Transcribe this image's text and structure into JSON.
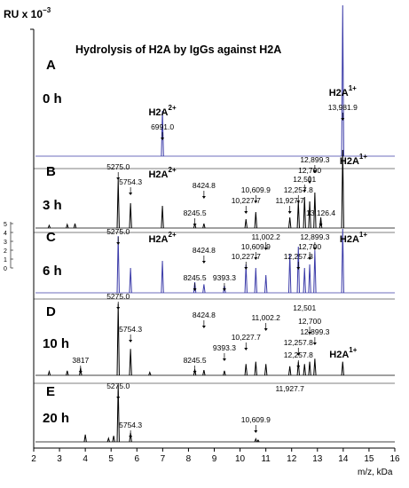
{
  "chart_data": {
    "type": "line",
    "title": "Hydrolysis of H2A  by IgGs against H2A",
    "ylabel_html": {
      "base": "RU x 10",
      "exp": "−3"
    },
    "xlabel": "m/z, kDa",
    "xlim": [
      2,
      16
    ],
    "x_ticks": [
      2,
      3,
      4,
      5,
      6,
      7,
      8,
      9,
      10,
      11,
      12,
      13,
      14,
      15,
      16
    ],
    "inset_ticks": [
      "5",
      "4",
      "3",
      "2",
      "1",
      "0"
    ],
    "colors": {
      "blue": "#3b3ba8",
      "black": "#000000"
    },
    "panels": [
      {
        "letter": "A",
        "time": "0 h",
        "color": "#3b3ba8",
        "peaks": [
          [
            6.991,
            0.3
          ],
          [
            13.98,
            1.0
          ]
        ],
        "labels": [
          {
            "text": "H2A",
            "sup": "2+",
            "x": 6.99,
            "dy": -46
          },
          {
            "text": "6991.0",
            "x": 6.99,
            "dy": -30
          },
          {
            "text": "H2A",
            "sup": "1+",
            "x": 13.98,
            "dy": -68
          },
          {
            "text": "13,981.9",
            "x": 13.98,
            "dy": -52
          }
        ]
      },
      {
        "letter": "B",
        "time": "3 h",
        "color": "#000000",
        "peaks": [
          [
            2.6,
            0.03
          ],
          [
            3.3,
            0.04
          ],
          [
            3.6,
            0.05
          ],
          [
            5.275,
            0.55
          ],
          [
            5.754,
            0.28
          ],
          [
            6.99,
            0.25
          ],
          [
            8.2455,
            0.05
          ],
          [
            8.6,
            0.05
          ],
          [
            10.23,
            0.1
          ],
          [
            10.61,
            0.18
          ],
          [
            11.93,
            0.12
          ],
          [
            12.26,
            0.3
          ],
          [
            12.5,
            0.35
          ],
          [
            12.7,
            0.3
          ],
          [
            12.9,
            0.4
          ],
          [
            13.13,
            0.12
          ],
          [
            13.98,
            0.88
          ]
        ],
        "labels": [
          {
            "text": "5275.0",
            "x": 5.275,
            "dy": -66
          },
          {
            "text": "5754.3",
            "x": 5.754,
            "dy": -49
          },
          {
            "text": "H2A",
            "sup": "2+",
            "x": 6.99,
            "dy": -57
          },
          {
            "text": "8424.8",
            "x": 8.6,
            "dy": -45
          },
          {
            "text": "8245.5",
            "x": 8.2455,
            "dy": -14
          },
          {
            "text": "10,227.7",
            "x": 10.23,
            "dy": -28
          },
          {
            "text": "10,609.9",
            "x": 10.61,
            "dy": -40
          },
          {
            "text": "11,927.7",
            "x": 11.93,
            "dy": -28
          },
          {
            "text": "12,257.8",
            "x": 12.26,
            "dy": -40
          },
          {
            "text": "12,501",
            "x": 12.5,
            "dy": -52
          },
          {
            "text": "12,700",
            "x": 12.7,
            "dy": -62
          },
          {
            "text": "12,899.3",
            "x": 12.9,
            "dy": -74
          },
          {
            "text": "13,126.4",
            "x": 13.13,
            "dy": -14
          },
          {
            "text": "H2A",
            "sup": "1+",
            "x": 14.4,
            "dy": -72
          }
        ]
      },
      {
        "letter": "C",
        "time": "6 h",
        "color": "#3b3ba8",
        "peaks": [
          [
            5.275,
            0.8
          ],
          [
            5.754,
            0.35
          ],
          [
            6.99,
            0.45
          ],
          [
            8.2455,
            0.15
          ],
          [
            8.6,
            0.12
          ],
          [
            9.393,
            0.1
          ],
          [
            10.23,
            0.4
          ],
          [
            10.61,
            0.35
          ],
          [
            11.002,
            0.25
          ],
          [
            11.93,
            0.55
          ],
          [
            12.26,
            0.65
          ],
          [
            12.5,
            0.35
          ],
          [
            12.7,
            0.4
          ],
          [
            12.9,
            0.6
          ],
          [
            13.98,
            0.9
          ]
        ],
        "labels": [
          {
            "text": "5275.0",
            "x": 5.275,
            "dy": -66
          },
          {
            "text": "H2A",
            "sup": "2+",
            "x": 6.99,
            "dy": -57
          },
          {
            "text": "8424.8",
            "x": 8.6,
            "dy": -45
          },
          {
            "text": "8245.5",
            "x": 8.2455,
            "dy": -14
          },
          {
            "text": "9393.3",
            "x": 9.393,
            "dy": -14
          },
          {
            "text": "10,227.7",
            "x": 10.23,
            "dy": -38
          },
          {
            "text": "10,609.9",
            "x": 10.61,
            "dy": -49
          },
          {
            "text": "11,002.2",
            "x": 11.002,
            "dy": -60
          },
          {
            "text": "12,257.8",
            "x": 12.26,
            "dy": -38
          },
          {
            "text": "12,700",
            "x": 12.7,
            "dy": -49
          },
          {
            "text": "12,899.3",
            "x": 12.9,
            "dy": -60
          },
          {
            "text": "12,501",
            "x": 12.5,
            "dy": 20
          },
          {
            "text": "H2A",
            "sup": "1+",
            "x": 14.4,
            "dy": -57
          }
        ]
      },
      {
        "letter": "D",
        "time": "10 h",
        "color": "#000000",
        "peaks": [
          [
            2.6,
            0.05
          ],
          [
            3.3,
            0.06
          ],
          [
            3.817,
            0.1
          ],
          [
            5.275,
            0.95
          ],
          [
            5.754,
            0.35
          ],
          [
            6.5,
            0.04
          ],
          [
            8.2455,
            0.08
          ],
          [
            8.6,
            0.07
          ],
          [
            9.393,
            0.06
          ],
          [
            10.23,
            0.15
          ],
          [
            10.61,
            0.18
          ],
          [
            11.002,
            0.15
          ],
          [
            11.93,
            0.12
          ],
          [
            12.26,
            0.18
          ],
          [
            12.5,
            0.15
          ],
          [
            12.7,
            0.18
          ],
          [
            12.9,
            0.22
          ],
          [
            13.98,
            0.18
          ]
        ],
        "labels": [
          {
            "text": "5275.0",
            "x": 5.275,
            "dy": -86
          },
          {
            "text": "5754.3",
            "x": 5.754,
            "dy": -49
          },
          {
            "text": "3817",
            "x": 3.817,
            "dy": -14
          },
          {
            "text": "8424.8",
            "x": 8.6,
            "dy": -65
          },
          {
            "text": "8245.5",
            "x": 8.2455,
            "dy": -14
          },
          {
            "text": "9393.3",
            "x": 9.393,
            "dy": -28
          },
          {
            "text": "10,227.7",
            "x": 10.23,
            "dy": -40
          },
          {
            "text": "11,002.2",
            "x": 11.002,
            "dy": -62
          },
          {
            "text": "12,257.8",
            "x": 12.26,
            "dy": -34
          },
          {
            "text": "12,700",
            "x": 12.7,
            "dy": -58
          },
          {
            "text": "12,899.3",
            "x": 12.9,
            "dy": -46
          },
          {
            "text": "12,257.8",
            "x": 12.26,
            "dy": -20
          },
          {
            "text": "11,927.7",
            "x": 11.93,
            "dy": 18
          },
          {
            "text": "H2A",
            "sup": "1+",
            "x": 14.0,
            "dy": -20
          }
        ]
      },
      {
        "letter": "E",
        "time": "20 h",
        "color": "#000000",
        "peaks": [
          [
            4.0,
            0.12
          ],
          [
            4.9,
            0.06
          ],
          [
            5.1,
            0.1
          ],
          [
            5.275,
            0.95
          ],
          [
            5.754,
            0.15
          ],
          [
            10.61,
            0.05
          ],
          [
            10.7,
            0.03
          ]
        ],
        "labels": [
          {
            "text": "5275.0",
            "x": 5.275,
            "dy": -60
          },
          {
            "text": "5754.3",
            "x": 5.754,
            "dy": -16
          },
          {
            "text": "10,609.9",
            "x": 10.61,
            "dy": -22
          }
        ]
      }
    ]
  }
}
